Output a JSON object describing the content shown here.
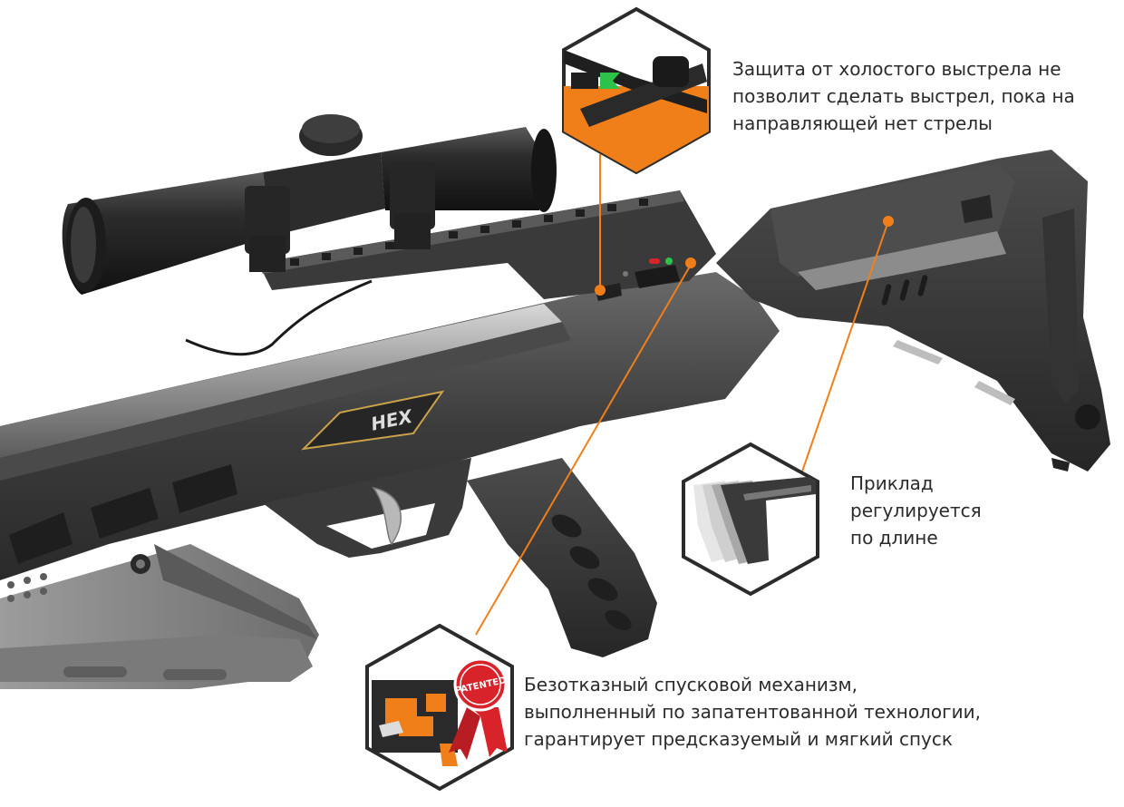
{
  "callouts": {
    "dry_fire": {
      "lines": [
        "Защита от холостого выстрела не",
        "позволит сделать выстрел, пока на",
        "направляющей нет стрелы"
      ],
      "icon": "dry-fire-safety-icon"
    },
    "stock": {
      "lines": [
        "Приклад",
        "регулируется",
        "по длине"
      ],
      "icon": "adjustable-stock-icon"
    },
    "trigger": {
      "lines": [
        "Безотказный спусковой механизм,",
        "выполненный по запатентованной технологии,",
        "гарантирует предсказуемый и мягкий спуск"
      ],
      "icon": "patented-trigger-icon",
      "badge": "PATENTED"
    }
  },
  "product": {
    "model_logo": "HEX"
  },
  "colors": {
    "accent": "#f07f1a",
    "badge_red": "#d8232a",
    "body_dark": "#3a3a3a",
    "body_mid": "#555555",
    "body_light": "#8a8a8a",
    "safe_green": "#2ec24b"
  }
}
